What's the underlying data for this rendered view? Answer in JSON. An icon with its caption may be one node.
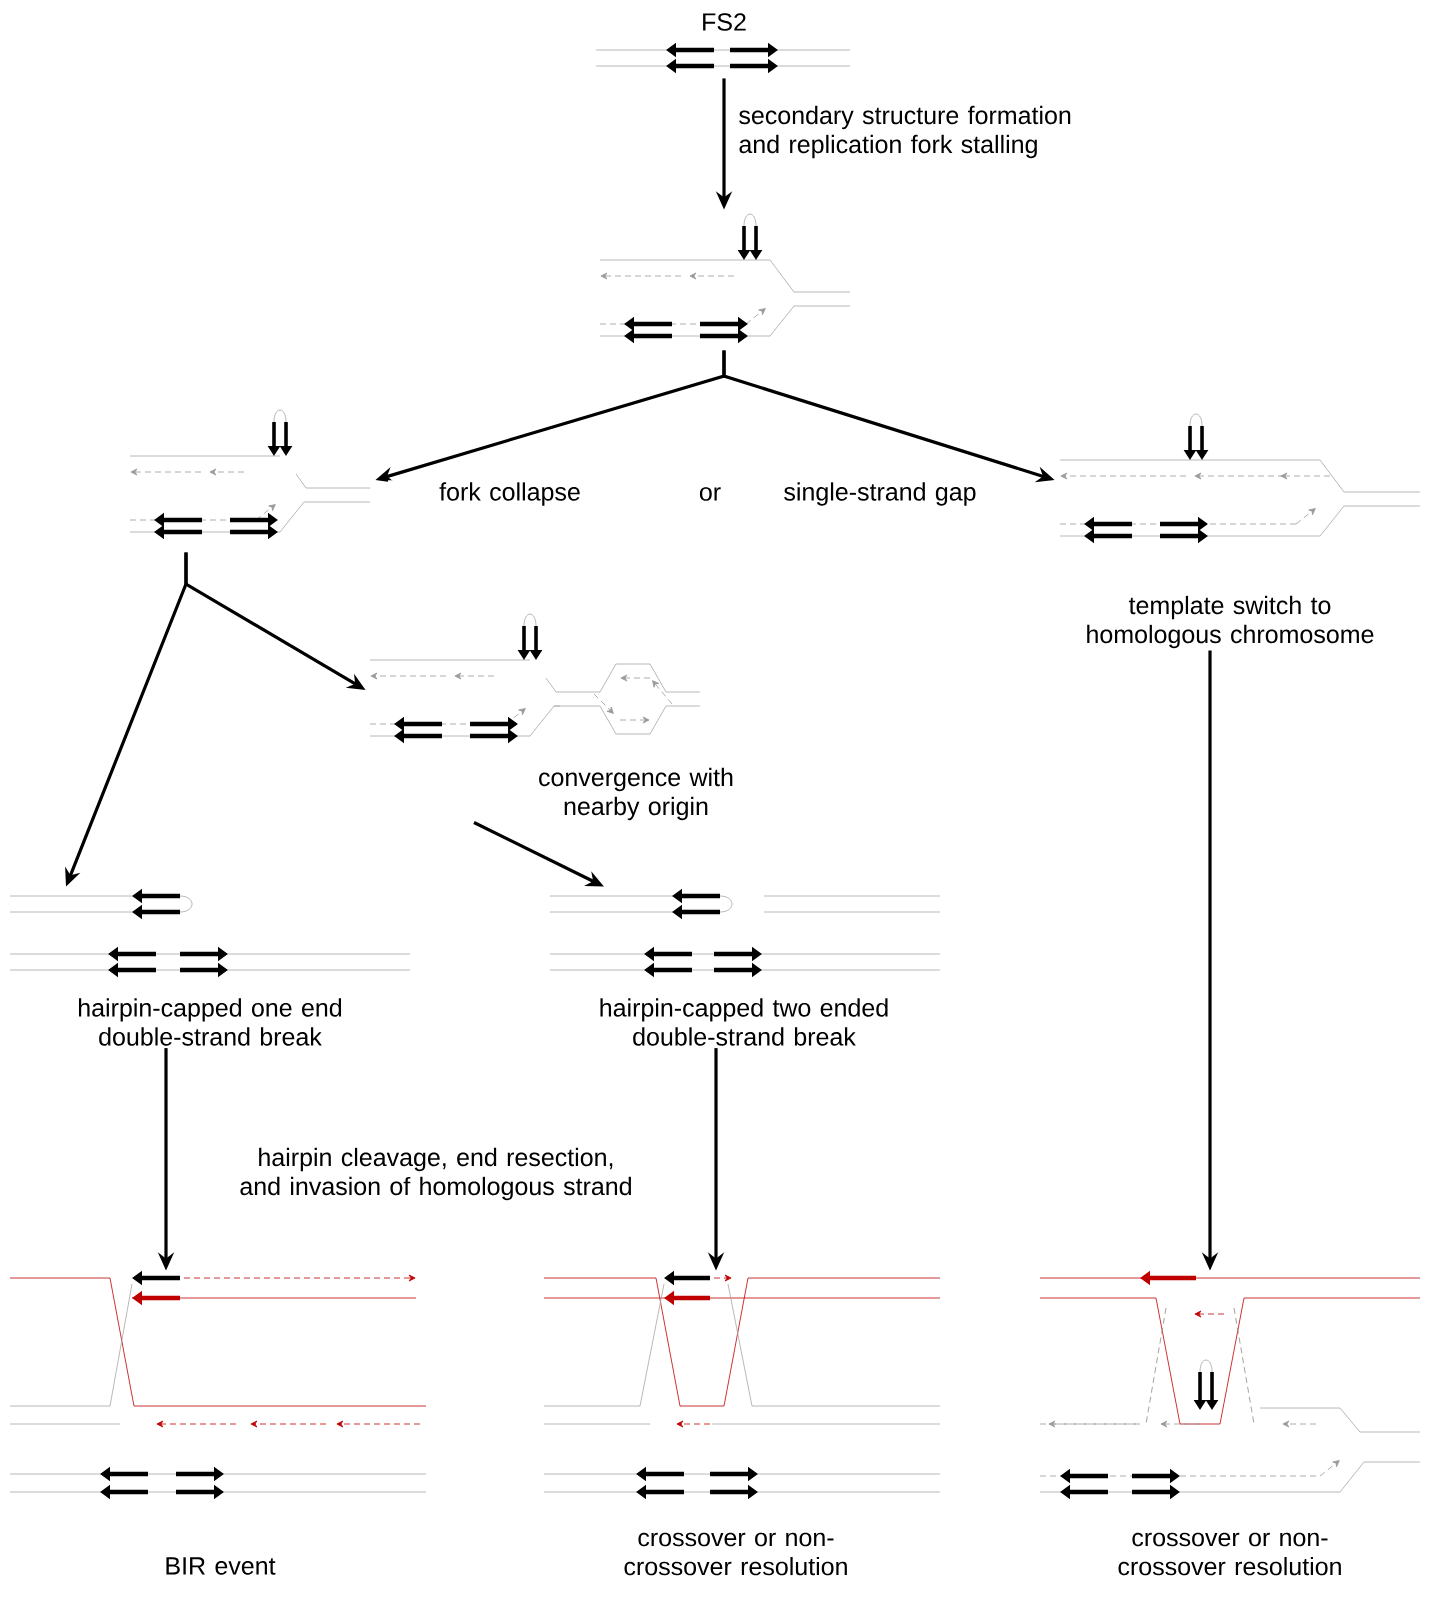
{
  "diagram": {
    "nodes": [
      {
        "text": [
          "FS2"
        ]
      },
      {
        "text": [],
        "shape": "picture"
      },
      {
        "text": [],
        "shape": "picture"
      },
      {
        "text": [
          "template switch to homologous chromosome"
        ]
      },
      {
        "text": [
          "convergence with nearby origin"
        ]
      },
      {
        "text": [
          "hairpin-capped one end double-strand break"
        ]
      },
      {
        "text": [
          "hairpin-capped two ended double-strand break"
        ]
      },
      {
        "text": [
          "BIR event"
        ]
      },
      {
        "text": [
          "crossover or non-crossover resolution"
        ]
      },
      {
        "text": [
          "crossover or non-crossover resolution"
        ]
      }
    ],
    "edges": [
      {
        "from": 0,
        "to": 1,
        "arrow": "to",
        "label": "secondary structure formation and replication fork stalling"
      },
      {
        "from": 1,
        "to": 2,
        "arrow": "to",
        "label": "fork collapse"
      },
      {
        "from": 1,
        "to": 3,
        "arrow": "to",
        "label": "single-strand gap"
      },
      {
        "from": 2,
        "to": 4,
        "arrow": "to"
      },
      {
        "from": 2,
        "to": 5,
        "arrow": "to"
      },
      {
        "from": 4,
        "to": 6,
        "arrow": "to"
      },
      {
        "from": 5,
        "to": 7,
        "arrow": "to"
      },
      {
        "from": 6,
        "to": 8,
        "arrow": "to"
      },
      {
        "from": 3,
        "to": 9,
        "arrow": "to"
      }
    ],
    "labels": [
      "or",
      "hairpin cleavage, end resection, and invasion of homologous strand"
    ]
  }
}
